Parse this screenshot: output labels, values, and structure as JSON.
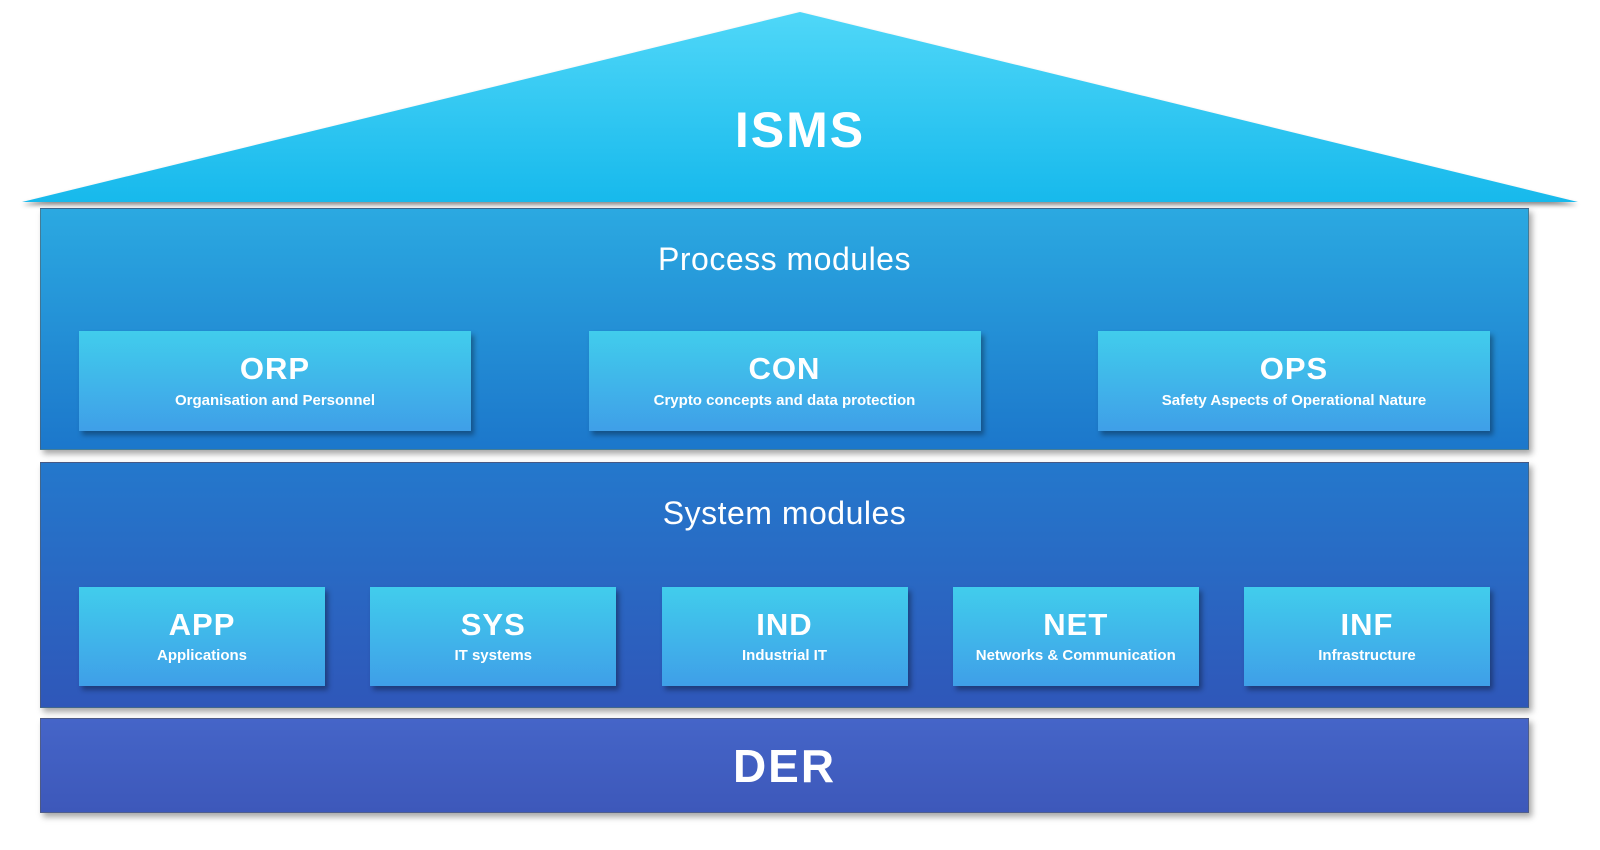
{
  "roof": {
    "title": "ISMS"
  },
  "process_band": {
    "title": "Process modules",
    "modules": [
      {
        "code": "ORP",
        "label": "Organisation and Personnel"
      },
      {
        "code": "CON",
        "label": "Crypto concepts and data protection"
      },
      {
        "code": "OPS",
        "label": "Safety Aspects of Operational Nature"
      }
    ]
  },
  "system_band": {
    "title": "System modules",
    "modules": [
      {
        "code": "APP",
        "label": "Applications"
      },
      {
        "code": "SYS",
        "label": "IT systems"
      },
      {
        "code": "IND",
        "label": "Industrial IT"
      },
      {
        "code": "NET",
        "label": "Networks & Communication"
      },
      {
        "code": "INF",
        "label": "Infrastructure"
      }
    ]
  },
  "base_band": {
    "title": "DER"
  },
  "colors": {
    "roof_top": "#4fd7f8",
    "roof_bottom": "#17b9ec",
    "process_top": "#2ba9e1",
    "process_bottom": "#1c77cb",
    "system_top": "#2478cc",
    "system_bottom": "#2f57b9",
    "module_top": "#41cdec",
    "module_bottom": "#3f9fe8",
    "base_top": "#4565c8",
    "base_bottom": "#3d58ba",
    "text": "#ffffff"
  }
}
